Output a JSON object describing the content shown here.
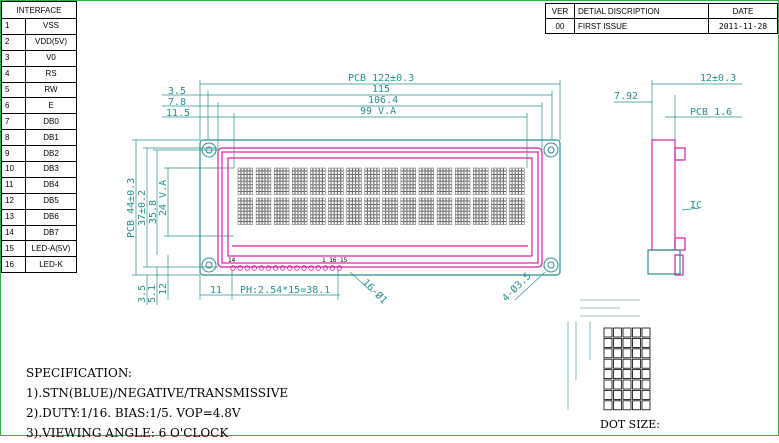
{
  "interface": {
    "header": "INTERFACE",
    "rows": [
      {
        "num": "1",
        "sig": "VSS"
      },
      {
        "num": "2",
        "sig": "VDD(5V)"
      },
      {
        "num": "3",
        "sig": "V0"
      },
      {
        "num": "4",
        "sig": "RS"
      },
      {
        "num": "5",
        "sig": "RW"
      },
      {
        "num": "6",
        "sig": "E"
      },
      {
        "num": "7",
        "sig": "DB0"
      },
      {
        "num": "8",
        "sig": "DB1"
      },
      {
        "num": "9",
        "sig": "DB2"
      },
      {
        "num": "10",
        "sig": "DB3"
      },
      {
        "num": "11",
        "sig": "DB4"
      },
      {
        "num": "12",
        "sig": "DB5"
      },
      {
        "num": "13",
        "sig": "DB6"
      },
      {
        "num": "14",
        "sig": "DB7"
      },
      {
        "num": "15",
        "sig": "LED-A(5V)"
      },
      {
        "num": "16",
        "sig": "LED-K"
      }
    ]
  },
  "revision": {
    "headers": [
      "VER",
      "DETIAL DISCRIPTION",
      "DATE"
    ],
    "row": [
      "00",
      "FIRST ISSUE",
      "2011-11-28"
    ]
  },
  "dimensions": {
    "pcb_width": "PCB 122±0.3",
    "w115": "115",
    "w106": "106.4",
    "va": "99 V.A",
    "d35": "3.5",
    "d78": "7.8",
    "d115": "11.5",
    "pcb_height": "PCB 44±0.3",
    "h37": "37±0.2",
    "h358": "35.8",
    "hva": "24 V.A",
    "b35": "3.5",
    "b51": "5.1",
    "b12": "12",
    "pin11": "11",
    "pitch": "PH:2.54*15=38.1",
    "holes16": "16-Ø1",
    "holes4": "4-Ø3.5",
    "pin_left": "14",
    "pin_right": "1 16 15",
    "side_total": "12±0.3",
    "side_792": "7.92",
    "side_pcb": "PCB 1.6",
    "ic": "IC"
  },
  "spec": {
    "title": "SPECIFICATION:",
    "lines": [
      "1).STN(BLUE)/NEGATIVE/TRANSMISSIVE",
      "2).DUTY:1/16. BIAS:1/5. VOP=4.8V",
      "3).VIEWING ANGLE: 6 O'CLOCK"
    ]
  },
  "dot_size_label": "DOT SIZE:",
  "display": {
    "chars_per_line": 16,
    "lines": 2
  }
}
